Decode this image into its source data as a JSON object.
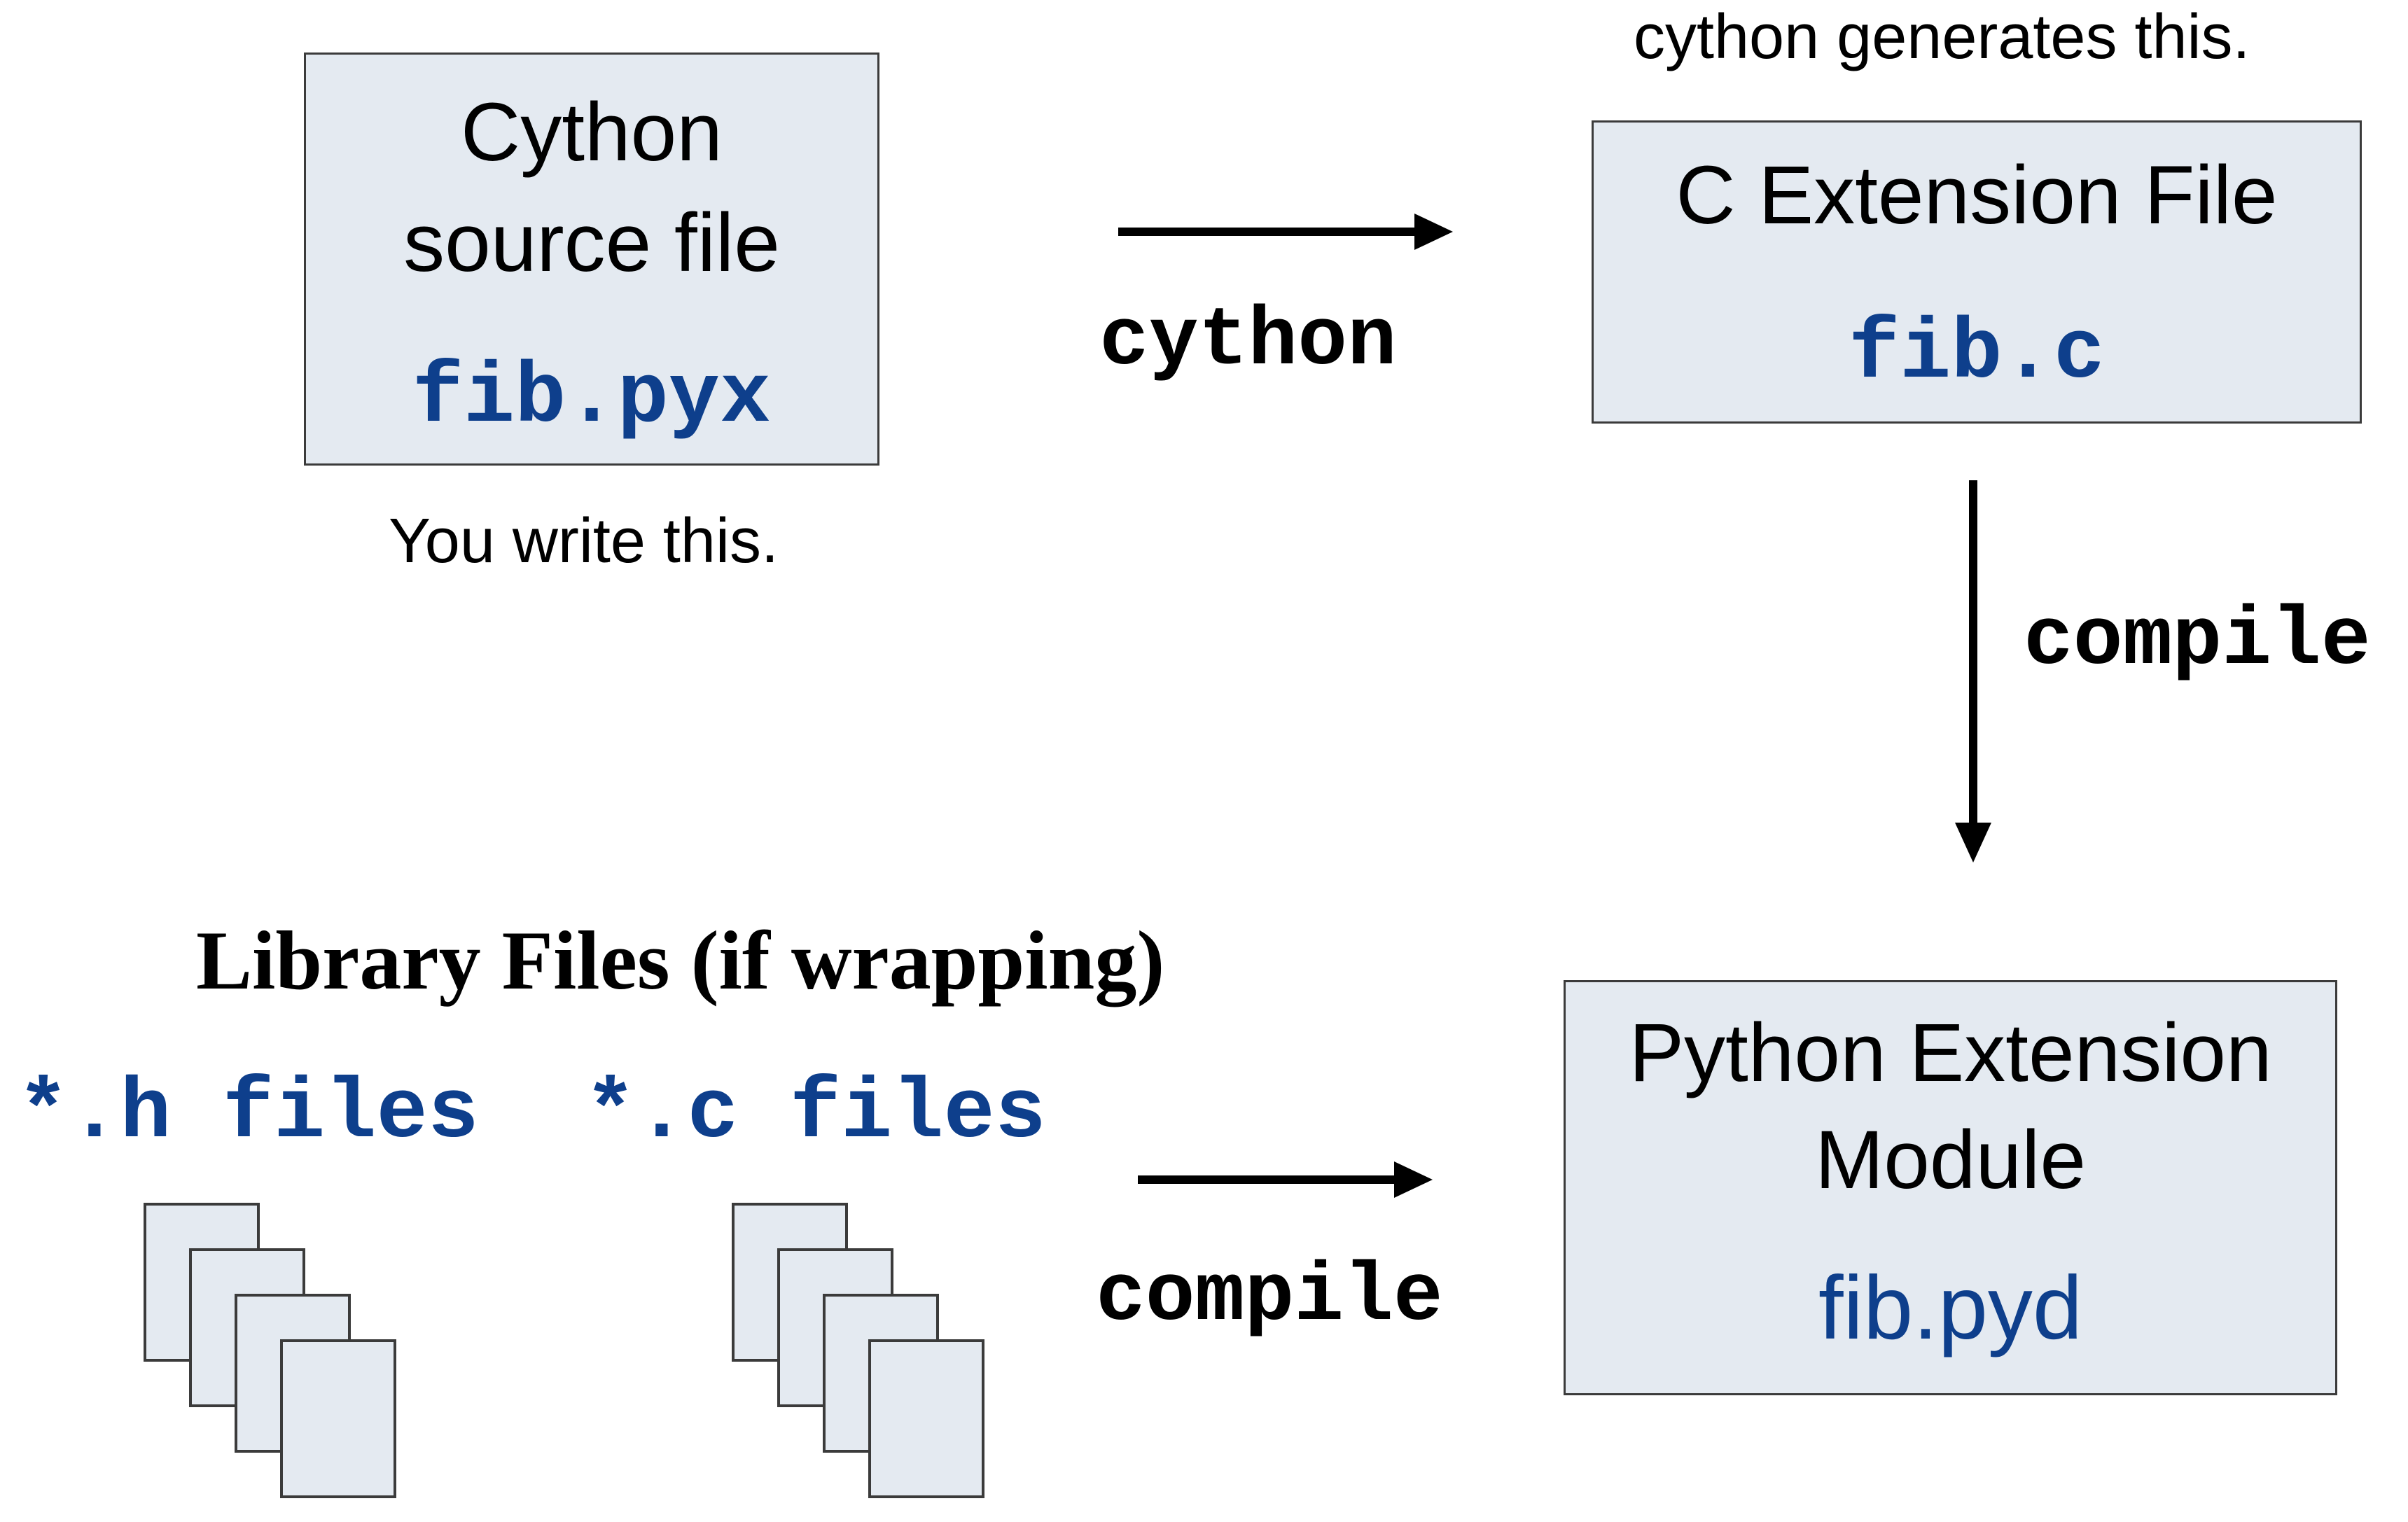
{
  "source": {
    "line1": "Cython",
    "line2": "source file",
    "filename": "fib.pyx",
    "note": "You write this."
  },
  "c_extension": {
    "title": "C Extension File",
    "filename": "fib.c",
    "note": "cython generates this."
  },
  "python_module": {
    "line1": "Python Extension",
    "line2": "Module",
    "filename": "fib.pyd"
  },
  "library": {
    "title": "Library Files (if wrapping)",
    "h_files": "*.h files",
    "c_files": "*.c files"
  },
  "arrows": {
    "cython": "cython",
    "compile_right": "compile",
    "compile_bottom": "compile"
  },
  "colors": {
    "box_fill": "#e4eaf1",
    "filename_blue": "#0e3f8c"
  }
}
